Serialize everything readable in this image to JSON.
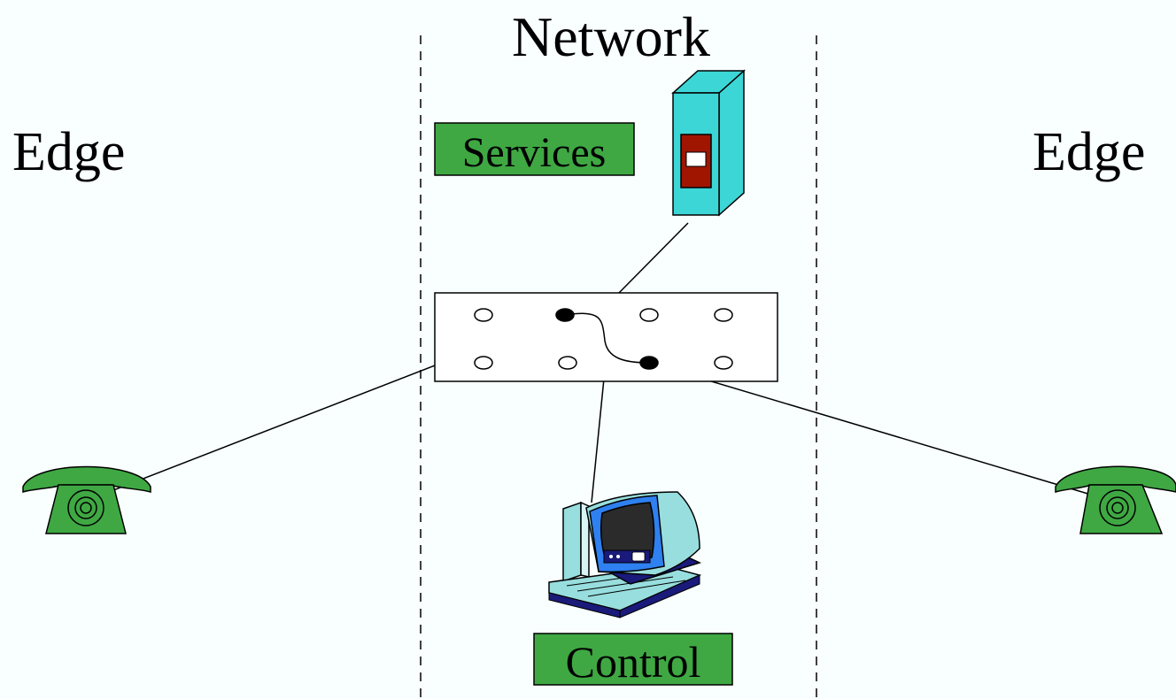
{
  "diagram": {
    "title": "Network",
    "left_zone": "Edge",
    "right_zone": "Edge",
    "services_label": "Services",
    "control_label": "Control",
    "colors": {
      "background": "#f8fffe",
      "label_box": "#3fa843",
      "phone": "#3fa843",
      "server_body": "#3dd6d6",
      "server_panel": "#a01500",
      "monitor_frame": "#2f80f0",
      "keyboard": "#98dede"
    },
    "icons": [
      "telephone-icon",
      "telephone-icon",
      "server-icon",
      "computer-icon"
    ]
  }
}
